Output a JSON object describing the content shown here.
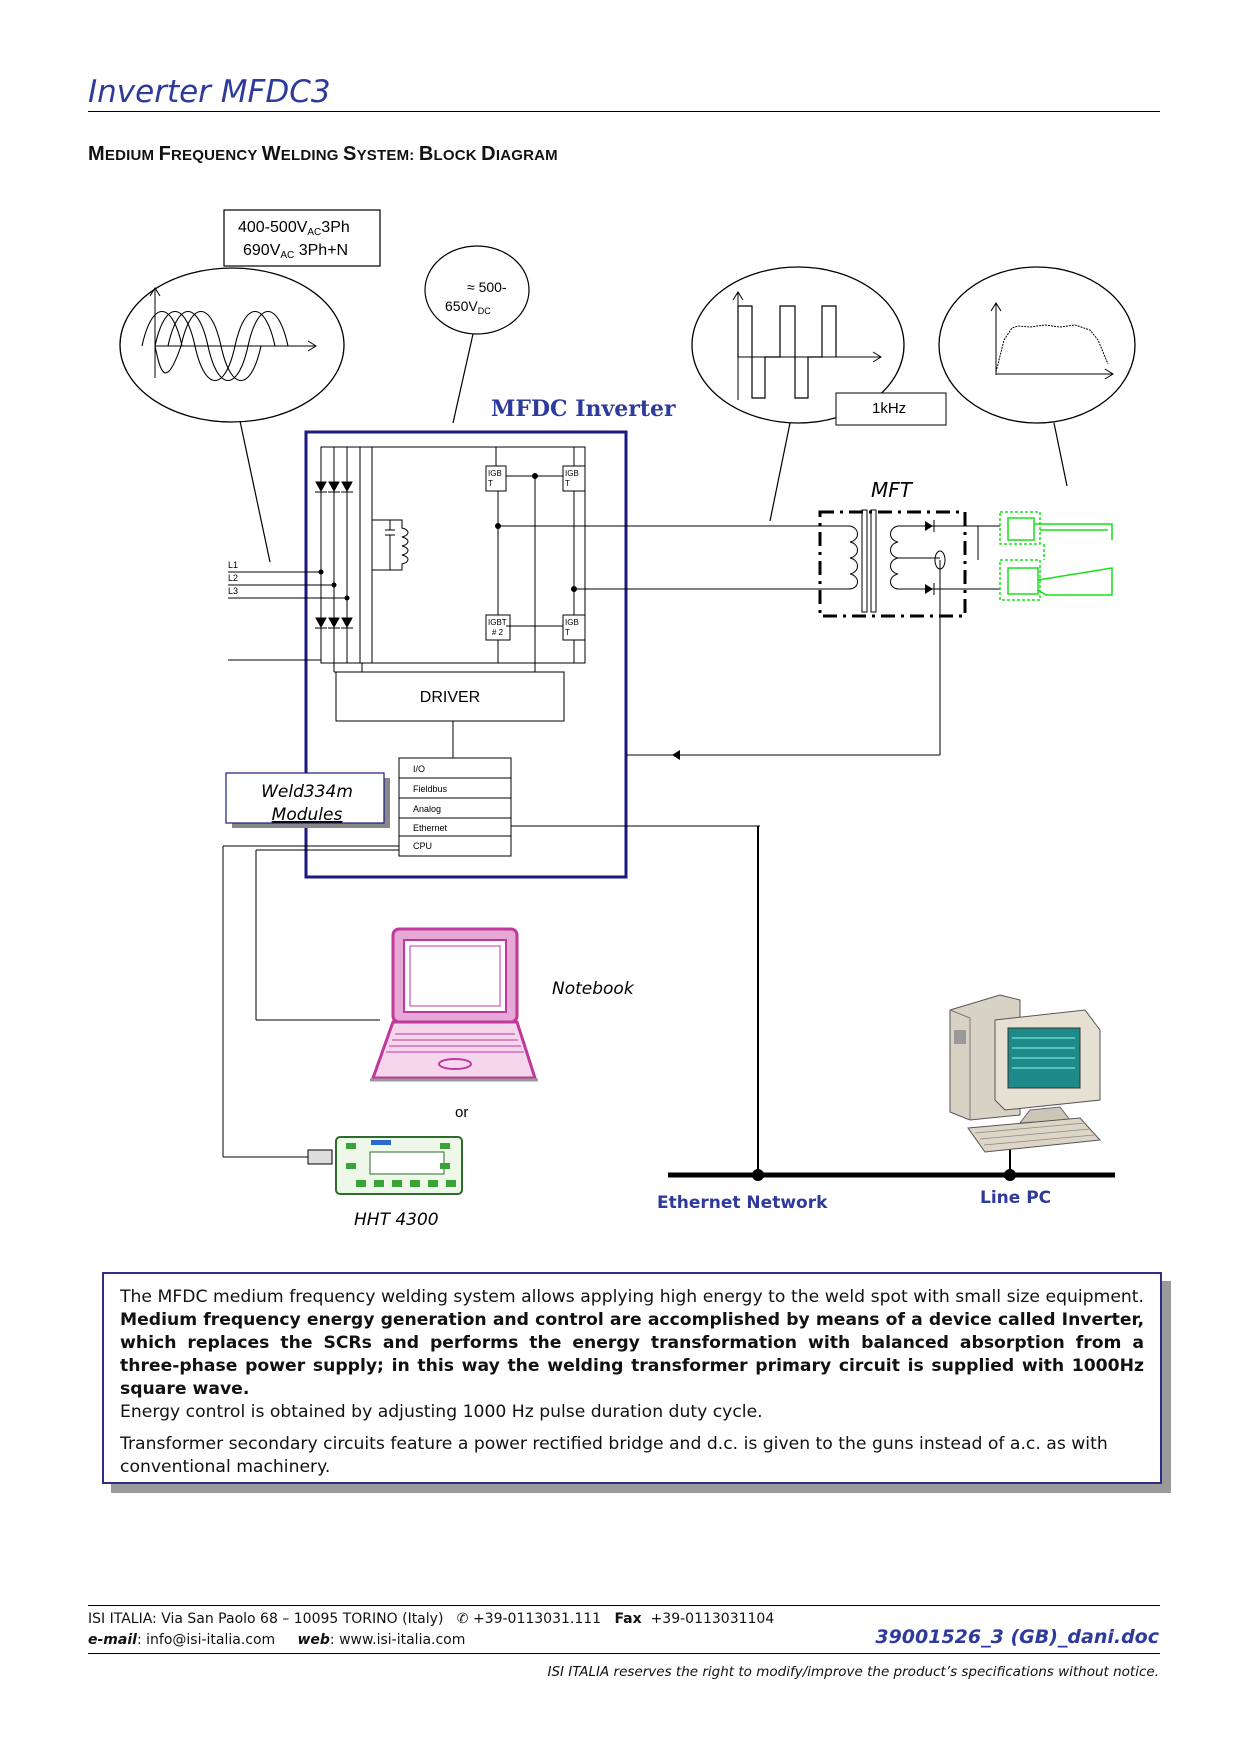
{
  "document": {
    "title": "Inverter MFDC3",
    "heading": {
      "w1_initial": "M",
      "w1_rest": "EDIUM ",
      "w2_initial": "F",
      "w2_rest": "REQUENCY ",
      "w3_initial": "W",
      "w3_rest": "ELDING ",
      "w4_initial": "S",
      "w4_rest": "YSTEM: ",
      "w5_initial": "B",
      "w5_rest": "LOCK ",
      "w6_initial": "D",
      "w6_rest": "IAGRAM"
    }
  },
  "diagram": {
    "supply_line1_a": "400-500V",
    "supply_line1_sub": "AC",
    "supply_line1_b": "3Ph",
    "supply_line2_a": "690V",
    "supply_line2_sub": "AC",
    "supply_line2_b": " 3Ph+N",
    "dc_line1": "≈ 500-",
    "dc_line2_a": "650V",
    "dc_line2_sub": "DC",
    "freq_label": "1kHz",
    "inverter_title": "MFDC Inverter",
    "mft_label": "MFT",
    "phase_labels": [
      "L1",
      "L2",
      "L3"
    ],
    "igbt_labels": [
      "IGB",
      "T",
      "IGB",
      "T",
      "IGBT",
      "# 2",
      "IGB",
      "T"
    ],
    "driver_label": "DRIVER",
    "modules": [
      "I/O",
      "Fieldbus",
      "Analog",
      "Ethernet",
      "CPU"
    ],
    "weld_modules_line1": "Weld334m",
    "weld_modules_line2": "Modules",
    "notebook_label": "Notebook",
    "or_label": "or",
    "hht_label": "HHT 4300",
    "ethernet_label": "Ethernet Network",
    "linepc_label": "Line PC"
  },
  "description": {
    "p1_plain": "The MFDC medium frequency welding system allows applying high energy to the weld spot with small size equipment. ",
    "p1_bold": "Medium frequency energy generation and control are accomplished by means of a device called Inverter, which replaces the SCRs and performs the energy transformation with balanced absorption from a three-phase power supply; in this way the welding transformer primary circuit is supplied with 1000Hz square wave.",
    "p1_tail": "Energy control is obtained by adjusting 1000 Hz pulse duration duty cycle.",
    "p2": "Transformer secondary circuits feature a power rectified bridge and d.c. is given to the guns instead of a.c. as with conventional machinery."
  },
  "footer": {
    "address": "ISI ITALIA: Via San Paolo 68 – 10095 TORINO (Italy)",
    "phone_symbol": "✆",
    "phone": "+39-0113031.111",
    "fax_label": "Fax",
    "fax": "+39-0113031104",
    "email_label": "e-mail",
    "email": "info@isi-italia.com",
    "web_label": "web",
    "web": "www.isi-italia.com",
    "doc_id": "39001526_3 (GB)_dani.doc",
    "disclaimer": "ISI ITALIA reserves the right to modify/improve the product’s specifications without notice."
  }
}
